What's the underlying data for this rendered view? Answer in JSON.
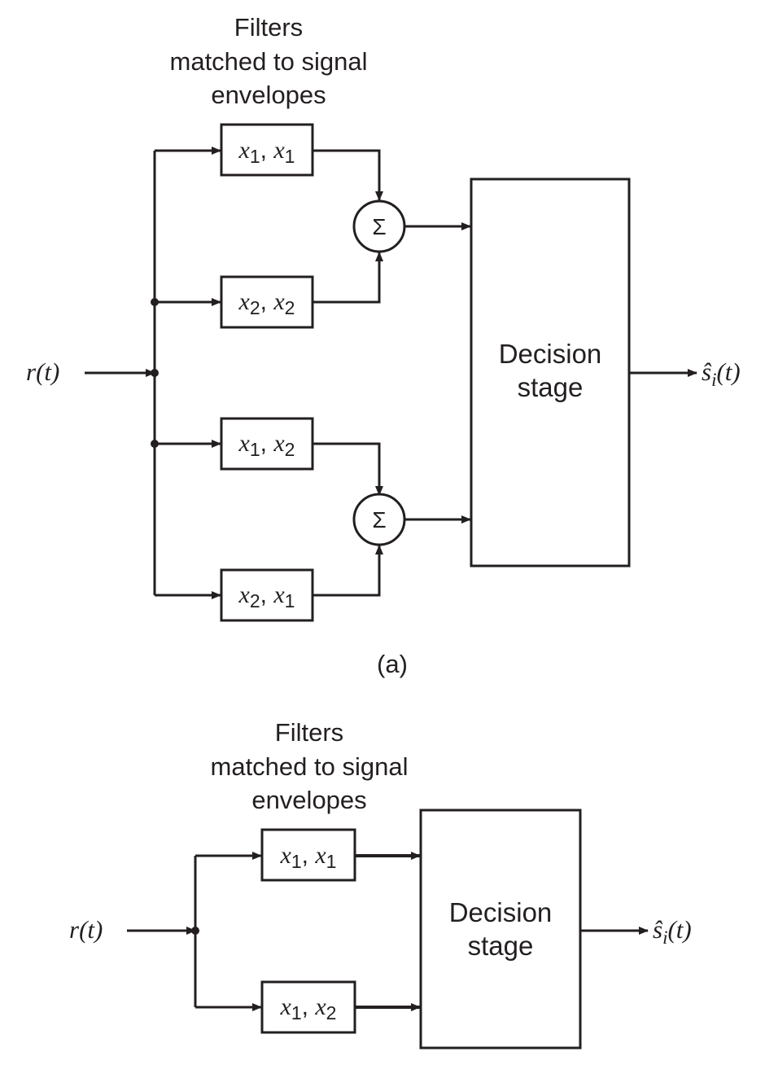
{
  "diagram_a": {
    "filters_heading": [
      "Filters",
      "matched to signal",
      "envelopes"
    ],
    "input_label": "r(t)",
    "filters": [
      {
        "a": "x",
        "a_sub": "1",
        "b": "x",
        "b_sub": "1"
      },
      {
        "a": "x",
        "a_sub": "2",
        "b": "x",
        "b_sub": "2"
      },
      {
        "a": "x",
        "a_sub": "1",
        "b": "x",
        "b_sub": "2"
      },
      {
        "a": "x",
        "a_sub": "2",
        "b": "x",
        "b_sub": "1"
      }
    ],
    "summer_symbol": "Σ",
    "decision_label": [
      "Decision",
      "stage"
    ],
    "output_label": "ŝi(t)",
    "caption": "(a)"
  },
  "diagram_b": {
    "filters_heading": [
      "Filters",
      "matched to signal",
      "envelopes"
    ],
    "input_label": "r(t)",
    "filters": [
      {
        "a": "x",
        "a_sub": "1",
        "b": "x",
        "b_sub": "1"
      },
      {
        "a": "x",
        "a_sub": "1",
        "b": "x",
        "b_sub": "2"
      }
    ],
    "decision_label": [
      "Decision",
      "stage"
    ],
    "output_label": "ŝi(t)"
  }
}
